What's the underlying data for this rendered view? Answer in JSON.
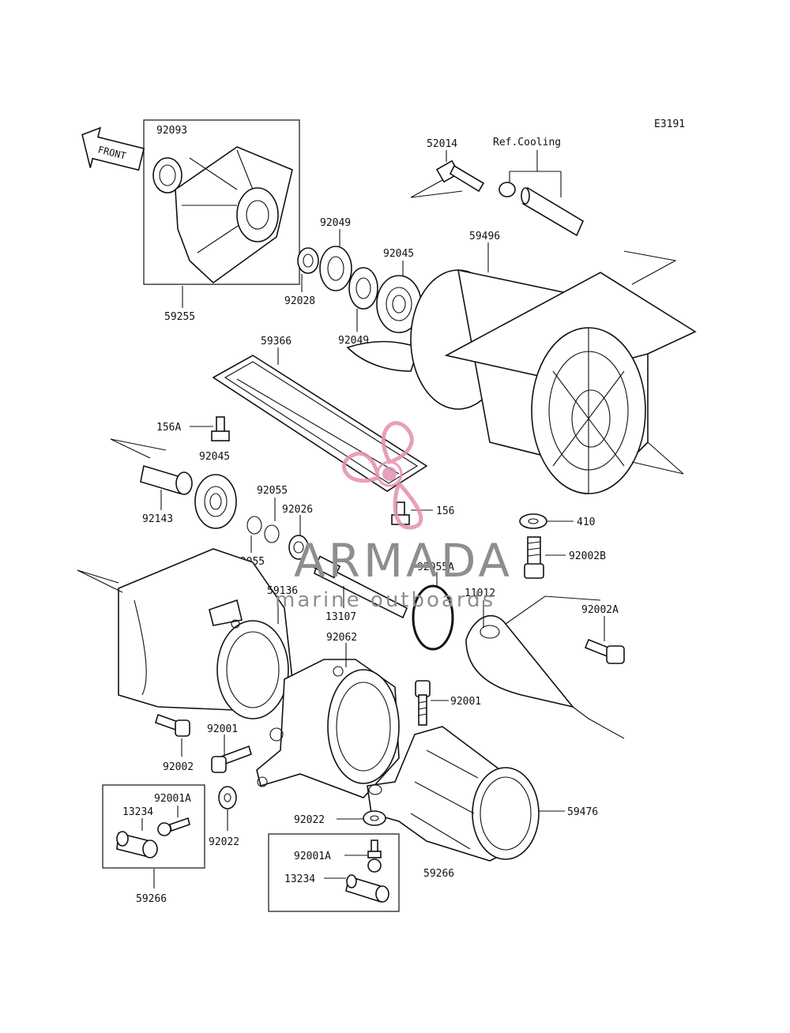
{
  "diagram_code": "E3191",
  "front_arrow_label": "FRONT",
  "ref_cooling_label": "Ref.Cooling",
  "watermark": {
    "title": "ARMADA",
    "subtitle": "marine outboards",
    "logo_color": "#e58fb0",
    "text_color": "#8e8e8e"
  },
  "parts": {
    "p92093": "92093",
    "p59255": "59255",
    "p52014": "52014",
    "p92049a": "92049",
    "p92045a": "92045",
    "p92028": "92028",
    "p92049b": "92049",
    "p59496": "59496",
    "p59366": "59366",
    "p156A": "156A",
    "p92045b": "92045",
    "p92055a": "92055",
    "p92026": "92026",
    "p92143": "92143",
    "p156": "156",
    "p410": "410",
    "p92002B": "92002B",
    "p92055b": "92055",
    "p92055A": "92055A",
    "p59136": "59136",
    "p13107": "13107",
    "p11012": "11012",
    "p92002A": "92002A",
    "p92062": "92062",
    "p92001a": "92001",
    "p92001b": "92001",
    "p92002": "92002",
    "p92001A_a": "92001A",
    "p13234_a": "13234",
    "p59266_a": "59266",
    "p92022a": "92022",
    "p92022b": "92022",
    "p59476": "59476",
    "p92001A_b": "92001A",
    "p13234_b": "13234",
    "p59266_b": "59266"
  }
}
